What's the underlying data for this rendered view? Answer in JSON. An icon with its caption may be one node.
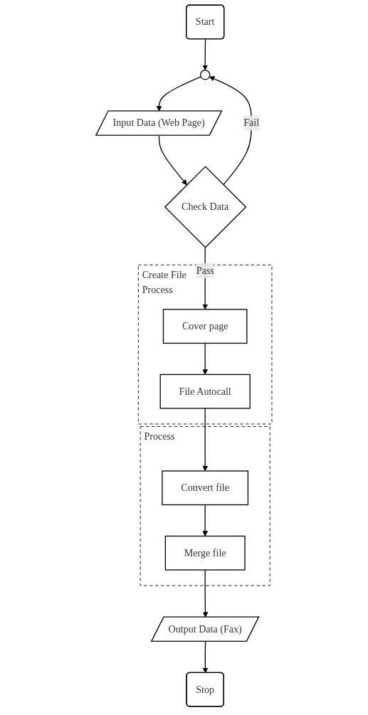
{
  "diagram": {
    "nodes": [
      {
        "text": [
          "Start"
        ]
      },
      {
        "text": [],
        "shape": "circle"
      },
      {
        "text": [
          "Input Data (Web Page)"
        ]
      },
      {
        "text": [
          "Check Data"
        ]
      },
      {
        "text": [],
        "shape": "box",
        "beside": [
          "Create File Process"
        ]
      },
      {
        "text": [
          "Cover page"
        ],
        "in": 4
      },
      {
        "text": [
          "File Autocall"
        ],
        "in": 4
      },
      {
        "text": [],
        "shape": "box",
        "beside": [
          "Process"
        ]
      },
      {
        "text": [
          "Convert file"
        ],
        "in": 7
      },
      {
        "text": [
          "Merge file"
        ],
        "in": 7
      },
      {
        "text": [
          "Output Data (Fax)"
        ]
      },
      {
        "text": [
          "Stop"
        ]
      }
    ],
    "edges": [
      {
        "from": 0,
        "to": 1,
        "arrow": "to"
      },
      {
        "from": 1,
        "to": 2,
        "arrow": "to"
      },
      {
        "from": 2,
        "to": 3,
        "arrow": "to"
      },
      {
        "from": 3,
        "to": 1,
        "arrow": "to",
        "label": "Fail"
      },
      {
        "from": 3,
        "to": 5,
        "arrow": "to",
        "label": "Pass"
      },
      {
        "from": 5,
        "to": 6,
        "arrow": "to"
      },
      {
        "from": 6,
        "to": 8,
        "arrow": "to"
      },
      {
        "from": 8,
        "to": 9,
        "arrow": "to"
      },
      {
        "from": 9,
        "to": 10,
        "arrow": "to"
      },
      {
        "from": 10,
        "to": 11,
        "arrow": "to"
      }
    ]
  }
}
